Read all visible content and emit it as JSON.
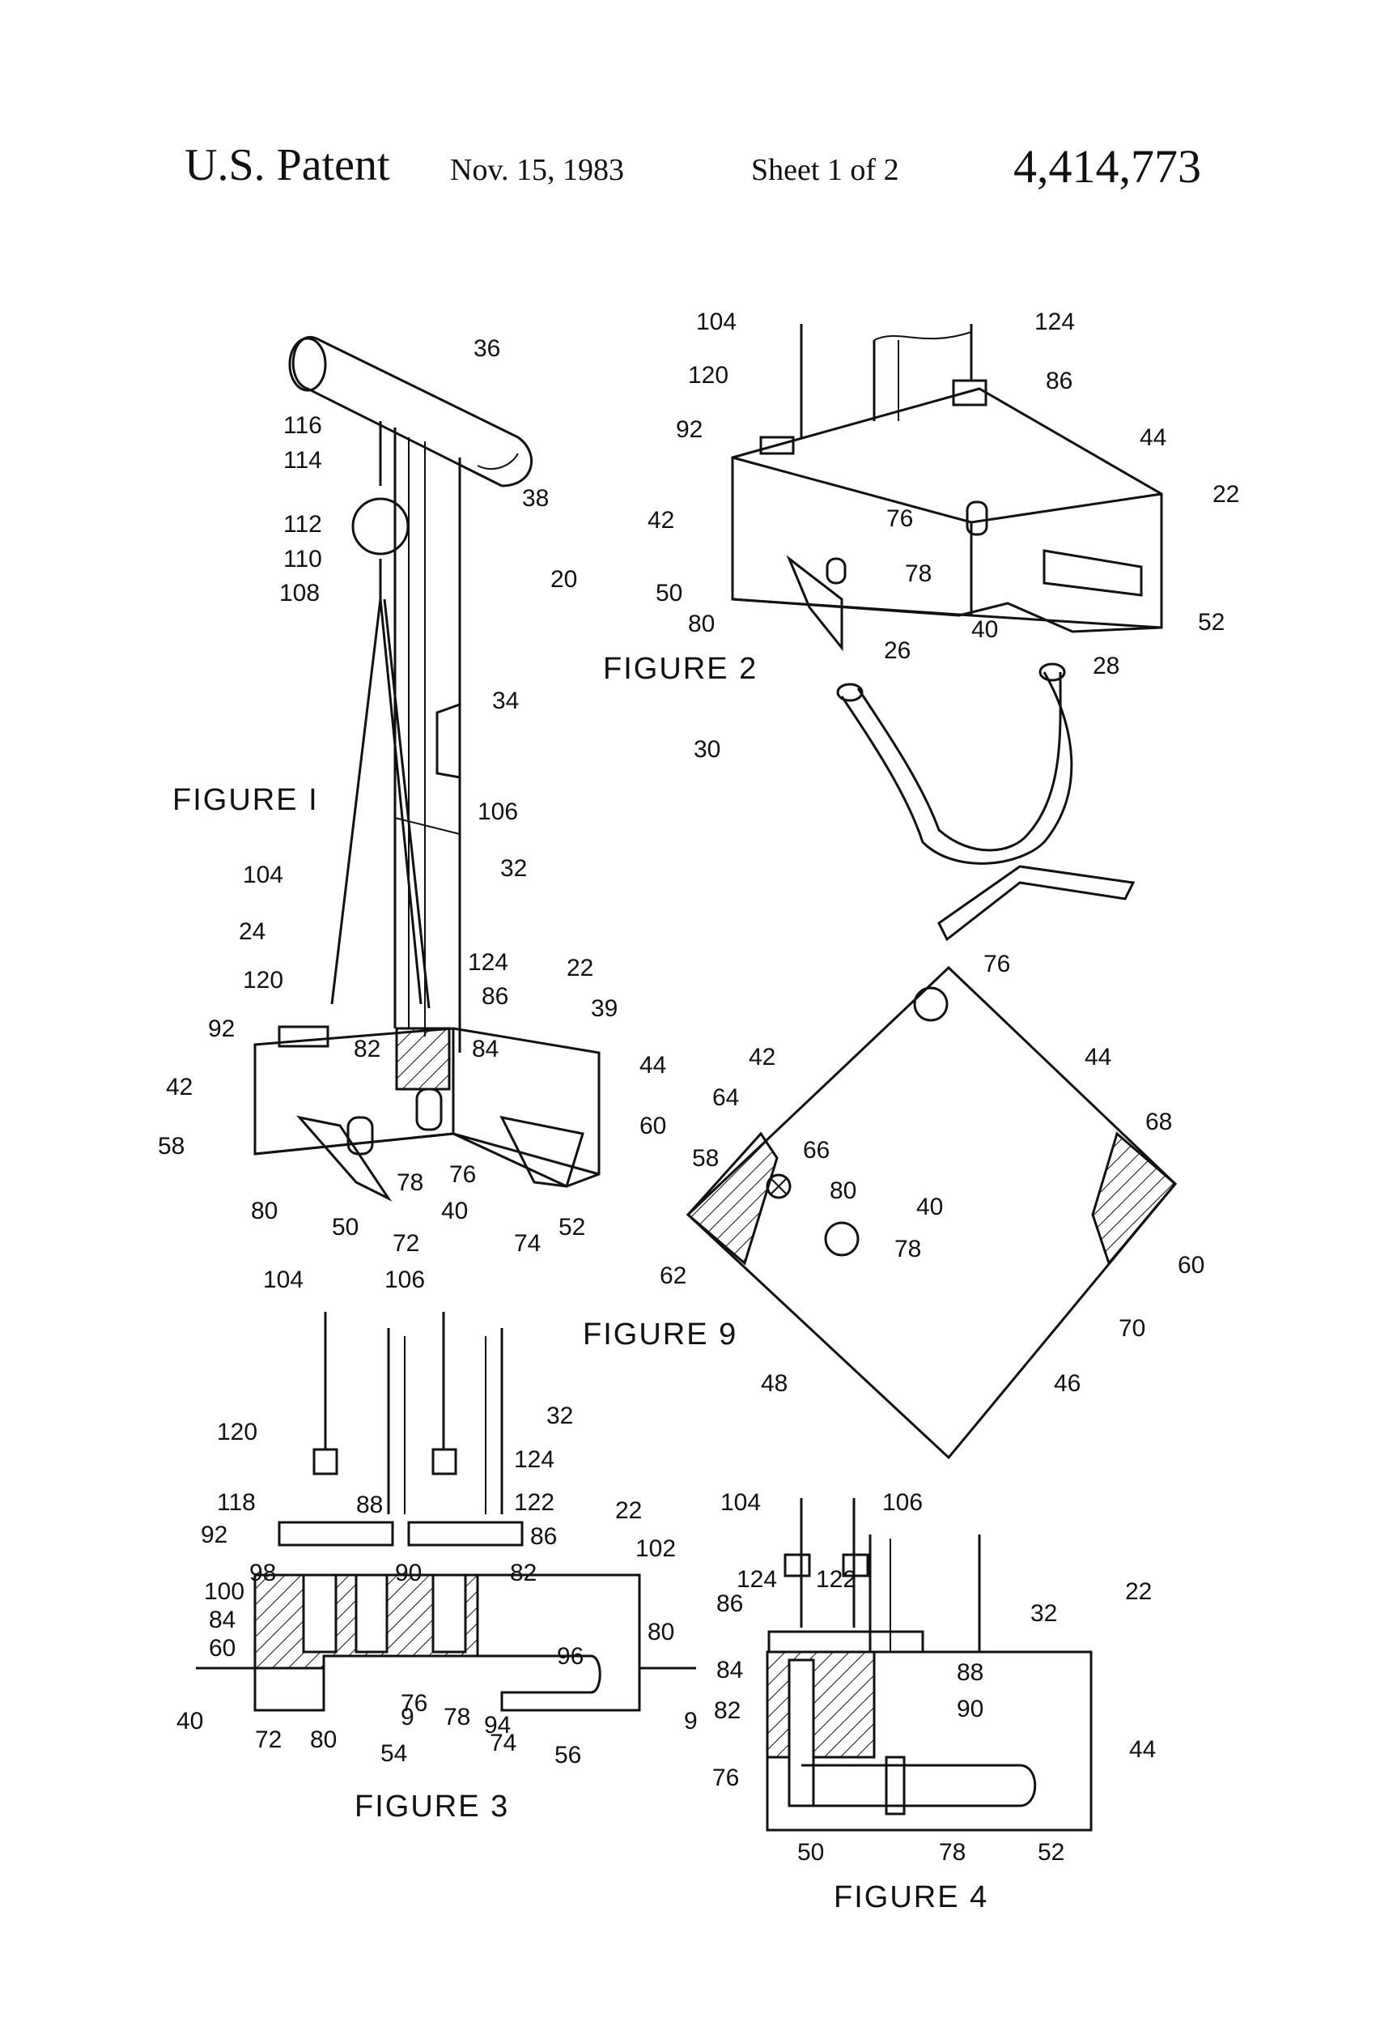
{
  "header": {
    "patent": "U.S. Patent",
    "date": "Nov. 15, 1983",
    "sheet": "Sheet 1 of 2",
    "number": "4,414,773"
  },
  "figures": {
    "fig1": {
      "title": "FIGURE I",
      "labels": [
        "36",
        "116",
        "114",
        "38",
        "112",
        "110",
        "108",
        "20",
        "34",
        "106",
        "104",
        "32",
        "24",
        "124",
        "22",
        "120",
        "86",
        "39",
        "92",
        "82",
        "84",
        "44",
        "42",
        "58",
        "60",
        "80",
        "78",
        "76",
        "40",
        "50",
        "72",
        "74",
        "52"
      ]
    },
    "fig2": {
      "title": "FIGURE 2",
      "labels": [
        "104",
        "124",
        "120",
        "86",
        "92",
        "44",
        "42",
        "22",
        "76",
        "78",
        "50",
        "80",
        "40",
        "52",
        "26",
        "28",
        "30"
      ]
    },
    "fig9": {
      "title": "FIGURE 9",
      "labels": [
        "76",
        "42",
        "44",
        "64",
        "68",
        "58",
        "66",
        "80",
        "40",
        "78",
        "60",
        "62",
        "70",
        "48",
        "46"
      ]
    },
    "fig3": {
      "title": "FIGURE 3",
      "labels": [
        "104",
        "106",
        "32",
        "120",
        "124",
        "118",
        "88",
        "122",
        "22",
        "102",
        "92",
        "86",
        "98",
        "90",
        "82",
        "100",
        "84",
        "80",
        "60",
        "96",
        "40",
        "9",
        "9",
        "78",
        "76",
        "72",
        "80",
        "94",
        "54",
        "74",
        "56"
      ]
    },
    "fig4": {
      "title": "FIGURE 4",
      "labels": [
        "104",
        "106",
        "124",
        "122",
        "22",
        "86",
        "32",
        "84",
        "88",
        "82",
        "90",
        "44",
        "76",
        "50",
        "78",
        "52"
      ]
    }
  }
}
